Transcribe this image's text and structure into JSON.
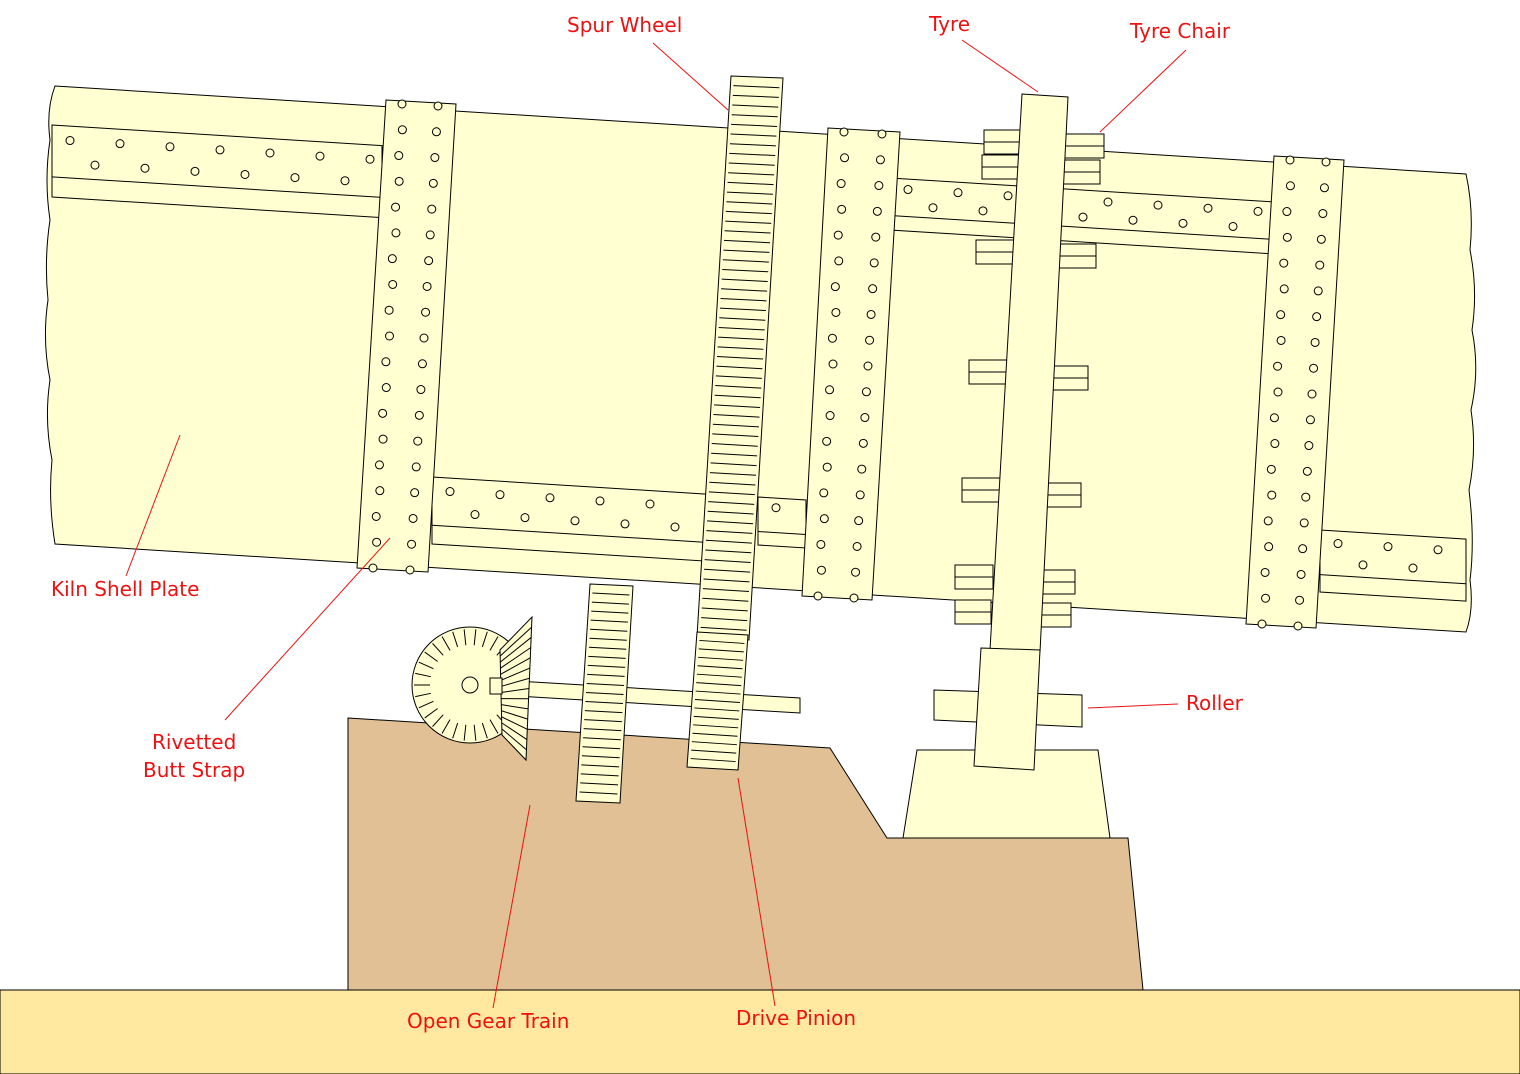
{
  "colors": {
    "shell": "#ffffd2",
    "stroke": "#000000",
    "foundation": "#e0c094",
    "ground": "#ffe9a0",
    "label": "#ee1111",
    "leader": "#ee1111"
  },
  "labels": {
    "spur_wheel": "Spur Wheel",
    "tyre": "Tyre",
    "tyre_chair": "Tyre Chair",
    "kiln_shell_plate": "Kiln Shell Plate",
    "butt_strap_line1": "Rivetted",
    "butt_strap_line2": "Butt Strap",
    "roller": "Roller",
    "open_gear_train": "Open Gear Train",
    "drive_pinion": "Drive Pinion"
  }
}
